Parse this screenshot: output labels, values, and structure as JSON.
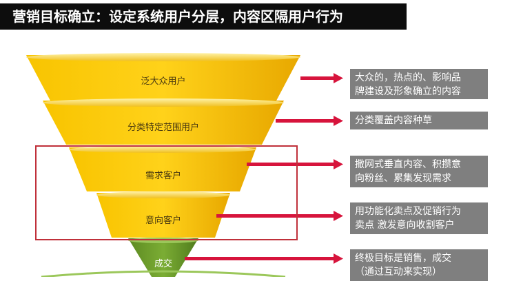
{
  "title": "营销目标确立：设定系统用户分层，内容区隔用户行为",
  "layers": [
    {
      "label": "泛大众用户",
      "color": "#f5b800"
    },
    {
      "label": "分类特定范围用户",
      "color": "#f5b800"
    },
    {
      "label": "需求客户",
      "color": "#f5b800"
    },
    {
      "label": "意向客户",
      "color": "#f5b800"
    },
    {
      "label": "成交",
      "color": "#6a9a2a"
    }
  ],
  "descriptions": [
    {
      "line1": "大众的，热点的、影响品",
      "line2": "牌建设及形象确立的内容"
    },
    {
      "line1": "分类覆盖内容种草",
      "line2": ""
    },
    {
      "line1": "撒网式垂直内容、积攒意",
      "line2": "向粉丝、累集发现需求"
    },
    {
      "line1": "用功能化卖点及促销行为",
      "line2": "卖点 激发意向收割客户"
    },
    {
      "line1": "终极目标是销售，成交",
      "line2": "（通过互动来实现）"
    }
  ],
  "colors": {
    "arrow": "#d7143c",
    "box": "#7f7f7f",
    "frame": "#c0303a"
  }
}
